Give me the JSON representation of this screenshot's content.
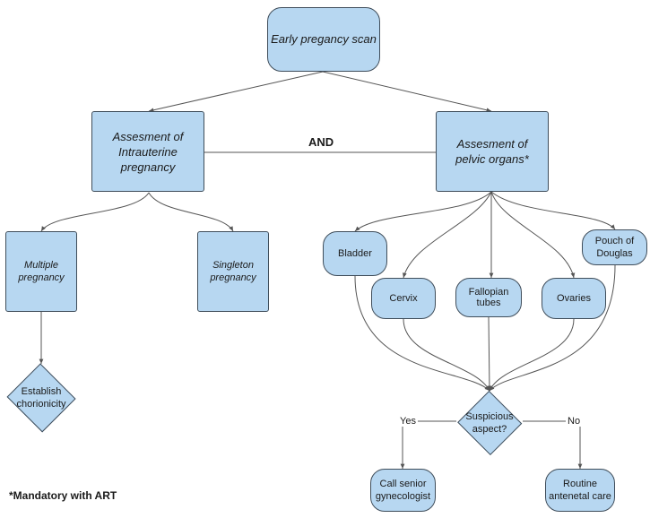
{
  "nodes": {
    "start": "Early pregancy scan",
    "intrauterine": "Assesment of Intrauterine pregnancy",
    "pelvic": "Assesment of pelvic organs*",
    "multiple": "Multiple pregnancy",
    "singleton": "Singleton pregnancy",
    "bladder": "Bladder",
    "cervix": "Cervix",
    "fallopian": "Fallopian tubes",
    "ovaries": "Ovaries",
    "pouch": "Pouch of Douglas",
    "chorionicity": "Establish chorionicity",
    "suspicious": "Suspicious aspect?",
    "senior": "Call senior gynecologist",
    "routine": "Routine antenetal care"
  },
  "labels": {
    "and": "AND",
    "yes": "Yes",
    "no": "No"
  },
  "footnote": "*Mandatory with ART",
  "colors": {
    "fill": "#b7d7f1",
    "stroke": "#3f4d5a",
    "line": "#555555"
  }
}
